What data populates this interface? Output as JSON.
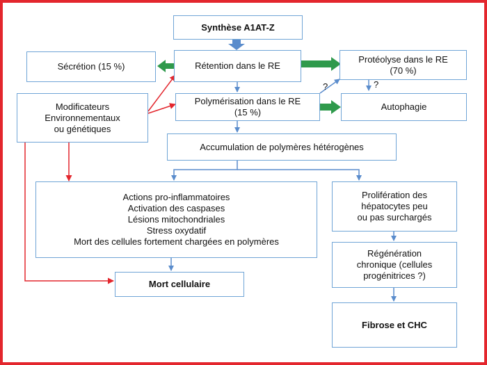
{
  "colors": {
    "frame": "#e3262d",
    "box_border": "#6fa4d6",
    "blue_arrow": "#5a8ccc",
    "red_arrow": "#e3262d",
    "green_arrow": "#2f9a4c"
  },
  "nodes": {
    "synthese": "Synthèse A1AT-Z",
    "secretion": "Sécrétion (15 %)",
    "retention": "Rétention dans le RE",
    "proteolyse": "Protéolyse dans le RE\n(70 %)",
    "modificateurs": "Modificateurs\nEnvironnementaux\nou génétiques",
    "polymerisation": "Polymérisation dans le RE\n(15 %)",
    "autophagie": "Autophagie",
    "accumulation": "Accumulation de polymères hétérogènes",
    "actions": "Actions pro-inflammatoires\nActivation des caspases\nLésions mitochondriales\nStress oxydatif\nMort des cellules fortement chargées en polymères",
    "proliferation": "Prolifération des\nhépatocytes peu\nou pas surchargés",
    "regeneration": "Régénération\nchronique (cellules\nprogénitrices ?)",
    "mort": "Mort cellulaire",
    "fibrose": "Fibrose et CHC"
  },
  "question_marks": {
    "poly_to_proteolyse": "?",
    "proteolyse_to_autophagie": "?"
  }
}
